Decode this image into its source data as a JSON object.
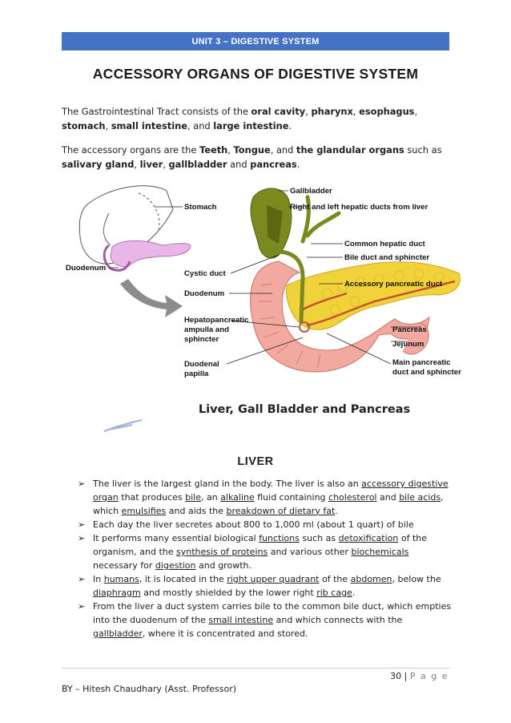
{
  "header": {
    "unit_label": "UNIT 3 – DIGESTIVE SYSTEM"
  },
  "page_title": "ACCESSORY ORGANS OF DIGESTIVE SYSTEM",
  "intro": {
    "p1": [
      {
        "t": "The Gastrointestinal Tract consists of the "
      },
      {
        "t": "oral cavity",
        "b": true
      },
      {
        "t": ", "
      },
      {
        "t": "pharynx",
        "b": true
      },
      {
        "t": ", "
      },
      {
        "t": "esophagus",
        "b": true
      },
      {
        "t": ", "
      },
      {
        "t": "stomach",
        "b": true
      },
      {
        "t": ", "
      },
      {
        "t": "small intestine",
        "b": true
      },
      {
        "t": ", and "
      },
      {
        "t": "large intestine",
        "b": true
      },
      {
        "t": "."
      }
    ],
    "p2": [
      {
        "t": "The accessory organs are the "
      },
      {
        "t": "Teeth",
        "b": true
      },
      {
        "t": ", "
      },
      {
        "t": "Tongue",
        "b": true
      },
      {
        "t": ", and "
      },
      {
        "t": "the glandular organs",
        "b": true
      },
      {
        "t": " such as "
      },
      {
        "t": "salivary gland",
        "b": true
      },
      {
        "t": ", "
      },
      {
        "t": "liver",
        "b": true
      },
      {
        "t": ", "
      },
      {
        "t": "gallbladder",
        "b": true
      },
      {
        "t": " and "
      },
      {
        "t": "pancreas",
        "b": true
      },
      {
        "t": "."
      }
    ]
  },
  "figure": {
    "labels": {
      "stomach": "Stomach",
      "duodenum_left": "Duodenum",
      "gallbladder": "Gallbladder",
      "hepatic_ducts": "Right and left hepatic ducts from liver",
      "common_hepatic": "Common hepatic duct",
      "bile_duct": "Bile duct and sphincter",
      "cystic_duct": "Cystic duct",
      "accessory_duct": "Accessory pancreatic duct",
      "duodenum": "Duodenum",
      "hepato_1": "Hepatopancreatic",
      "hepato_2": "ampulla and",
      "hepato_3": "sphincter",
      "pancreas": "Pancreas",
      "jejunum": "Jejunum",
      "papilla_1": "Duodenal",
      "papilla_2": "papilla",
      "main_duct_1": "Main pancreatic",
      "main_duct_2": "duct and sphincter"
    },
    "colors": {
      "gallbladder": "#7a8a1e",
      "pancreas": "#f2d23a",
      "duodenum": "#f1a9a0",
      "duct": "#c0562e",
      "sketch_pancreas": "#e9b6e8"
    }
  },
  "figure_caption": "Liver, Gall Bladder and Pancreas",
  "section": {
    "title": "LIVER",
    "bullets": [
      [
        {
          "t": "The liver is the largest gland in the body. The liver is also an "
        },
        {
          "t": "accessory digestive organ",
          "u": true
        },
        {
          "t": " that produces "
        },
        {
          "t": "bile",
          "u": true
        },
        {
          "t": ", an "
        },
        {
          "t": "alkaline",
          "u": true
        },
        {
          "t": " fluid containing "
        },
        {
          "t": "cholesterol",
          "u": true
        },
        {
          "t": " and "
        },
        {
          "t": "bile acids",
          "u": true
        },
        {
          "t": ", which "
        },
        {
          "t": "emulsifies",
          "u": true
        },
        {
          "t": " and aids the "
        },
        {
          "t": "breakdown of dietary fat",
          "u": true
        },
        {
          "t": "."
        }
      ],
      [
        {
          "t": "Each day the liver secretes about 800 to 1,000 ml (about 1 quart) of bile"
        }
      ],
      [
        {
          "t": "It performs many essential biological "
        },
        {
          "t": "functions",
          "u": true
        },
        {
          "t": " such as "
        },
        {
          "t": "detoxification",
          "u": true
        },
        {
          "t": " of the organism, and the "
        },
        {
          "t": "synthesis of proteins",
          "u": true
        },
        {
          "t": " and various other "
        },
        {
          "t": "biochemicals",
          "u": true
        },
        {
          "t": " necessary for "
        },
        {
          "t": "digestion",
          "u": true
        },
        {
          "t": " and growth."
        }
      ],
      [
        {
          "t": "In "
        },
        {
          "t": "humans",
          "u": true
        },
        {
          "t": ", it is located in the "
        },
        {
          "t": "right upper quadrant",
          "u": true
        },
        {
          "t": " of the "
        },
        {
          "t": "abdomen",
          "u": true
        },
        {
          "t": ", below the "
        },
        {
          "t": "diaphragm",
          "u": true
        },
        {
          "t": " and mostly shielded by the lower right "
        },
        {
          "t": "rib cage",
          "u": true
        },
        {
          "t": "."
        }
      ],
      [
        {
          "t": "From the liver a duct system carries bile to the common bile duct, which empties into the duodenum of the "
        },
        {
          "t": "small intestine",
          "u": true
        },
        {
          "t": " and which connects with the "
        },
        {
          "t": "gallbladder",
          "u": true
        },
        {
          "t": ", where it is concentrated and stored."
        }
      ]
    ]
  },
  "footer": {
    "page_number": "30",
    "separator": "|",
    "page_word": "P a g e",
    "author": "BY – Hitesh Chaudhary (Asst. Professor)"
  }
}
